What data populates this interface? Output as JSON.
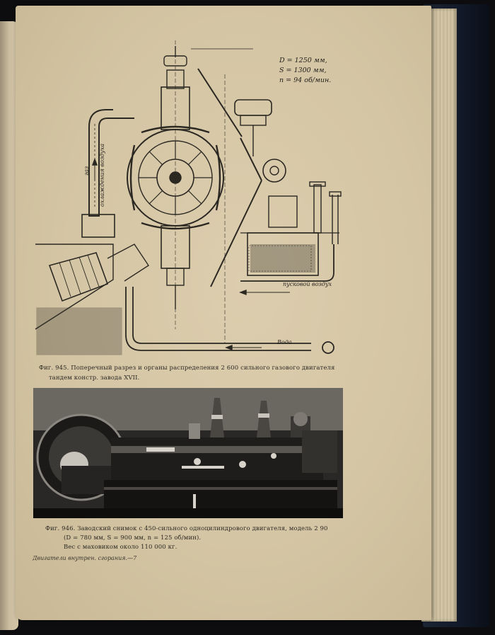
{
  "figure945": {
    "specs": [
      "D = 1250 мм,",
      "S = 1300 мм,",
      "n = 94 об/мин."
    ],
    "labels": {
      "gas": "газ",
      "air_cooling": "охлаждения воздуха",
      "starting_air": "пусковой воздух",
      "water": "Вода"
    },
    "caption_line1": "Фиг. 945.  Поперечный разрез и органы распределения 2 600 сильного газового двигателя",
    "caption_line2": "тандем констр. завода XVII."
  },
  "figure946": {
    "caption_line1": "Фиг. 946.  Заводский снимок с 450-сильного одноцилиндрового двигателя, модель 2 90",
    "caption_line2": "(D = 780 мм,  S = 900 мм,  n = 125 об/мин).",
    "caption_line3": "Вес с маховиком около 110 000 кг."
  },
  "footer": "Двигатели внутрен. сгорания.—7",
  "colors": {
    "paper": "#d6c7a6",
    "ink": "#2a2722",
    "cover": "#141c2a"
  }
}
